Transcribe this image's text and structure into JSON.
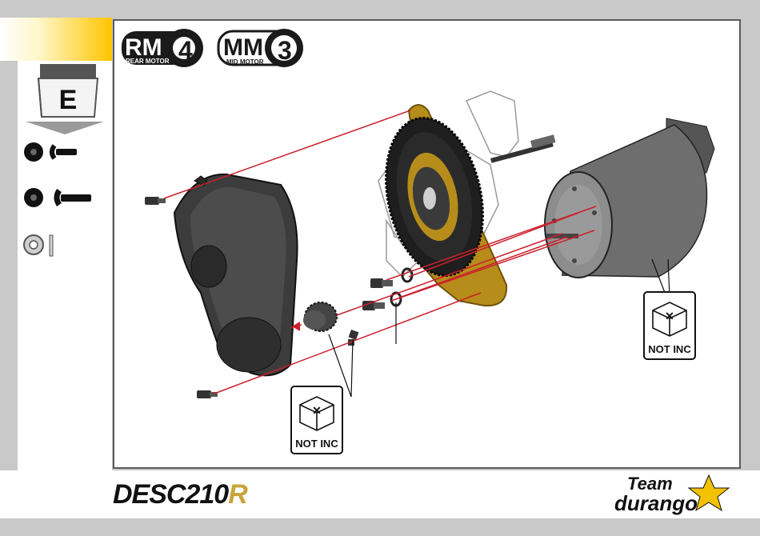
{
  "step": {
    "bag_label": "E",
    "colors": {
      "tab_yellow": "#ffc400",
      "frame": "#5a5a5a",
      "accent_red": "#cc1f2b",
      "gold": "#b68d1a"
    }
  },
  "badges": [
    {
      "code": "RM",
      "number": "4",
      "caption": "REAR MOTOR"
    },
    {
      "code": "MM",
      "number": "3",
      "caption": "MID MOTOR"
    }
  ],
  "not_included": [
    {
      "label": "NOT INC"
    },
    {
      "label": "NOT INC"
    }
  ],
  "footer": {
    "product_logo": {
      "text": "DESC210",
      "suffix": "R"
    },
    "brand_logo": {
      "line1": "Team",
      "line2": "durango"
    }
  },
  "parts_legend": [
    {
      "icon": "button-head-screw-short-icon"
    },
    {
      "icon": "button-head-screw-long-icon"
    },
    {
      "icon": "washer-icon"
    }
  ]
}
